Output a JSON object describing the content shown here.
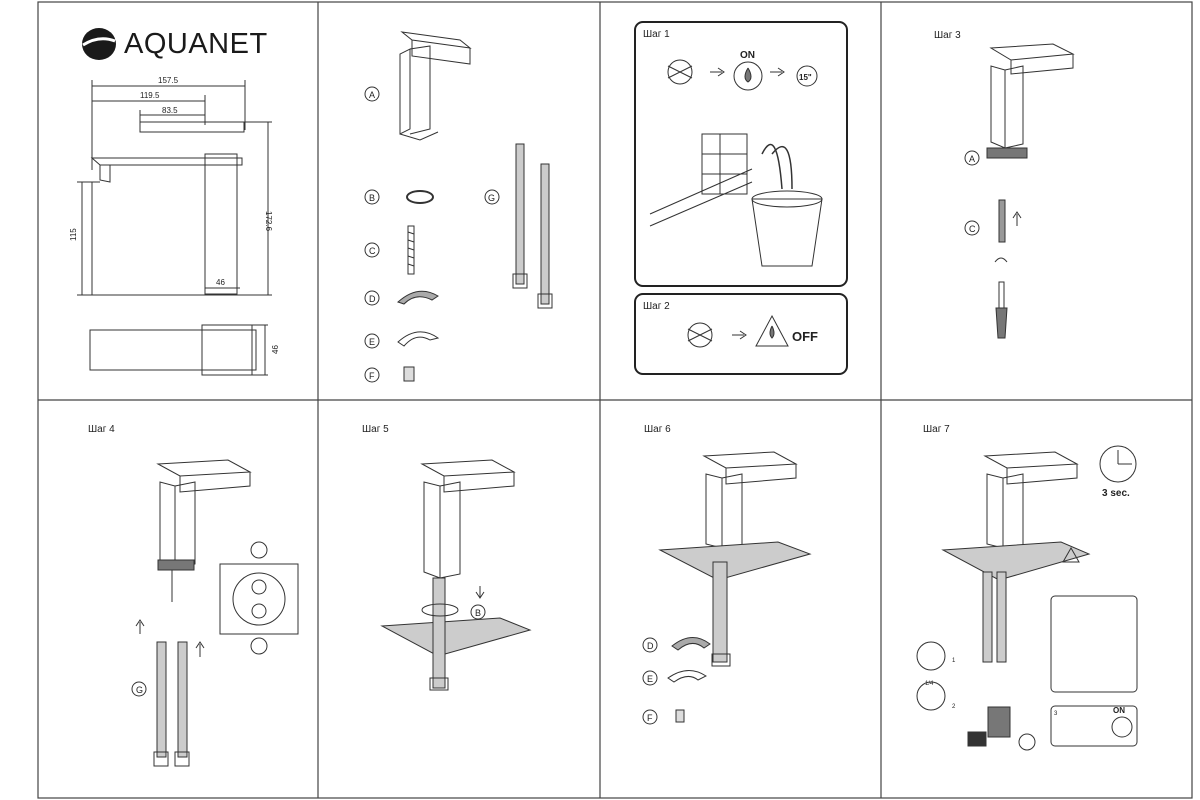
{
  "brand": {
    "name": "AQUANET"
  },
  "panel1": {
    "dims": {
      "d1": "157.5",
      "d2": "119.5",
      "d3": "83.5",
      "h1": "115",
      "h2": "172.6",
      "base": "46",
      "side": "46"
    }
  },
  "panel2": {
    "labels": {
      "a": "A",
      "b": "B",
      "c": "C",
      "d": "D",
      "e": "E",
      "f": "F",
      "g": "G"
    }
  },
  "step1": {
    "title": "Шаг 1",
    "on": "ON",
    "time": "15\""
  },
  "step2": {
    "title": "Шаг 2",
    "off": "OFF"
  },
  "step3": {
    "title": "Шаг 3",
    "a": "A",
    "c": "C"
  },
  "step4": {
    "title": "Шаг 4",
    "g": "G"
  },
  "step5": {
    "title": "Шаг 5",
    "b": "B"
  },
  "step6": {
    "title": "Шаг 6",
    "d": "D",
    "e": "E",
    "f": "F"
  },
  "step7": {
    "title": "Шаг 7",
    "time": "3 sec.",
    "on": "ON",
    "quarter": "1/4",
    "n1": "1",
    "n2": "2",
    "n3": "3"
  }
}
